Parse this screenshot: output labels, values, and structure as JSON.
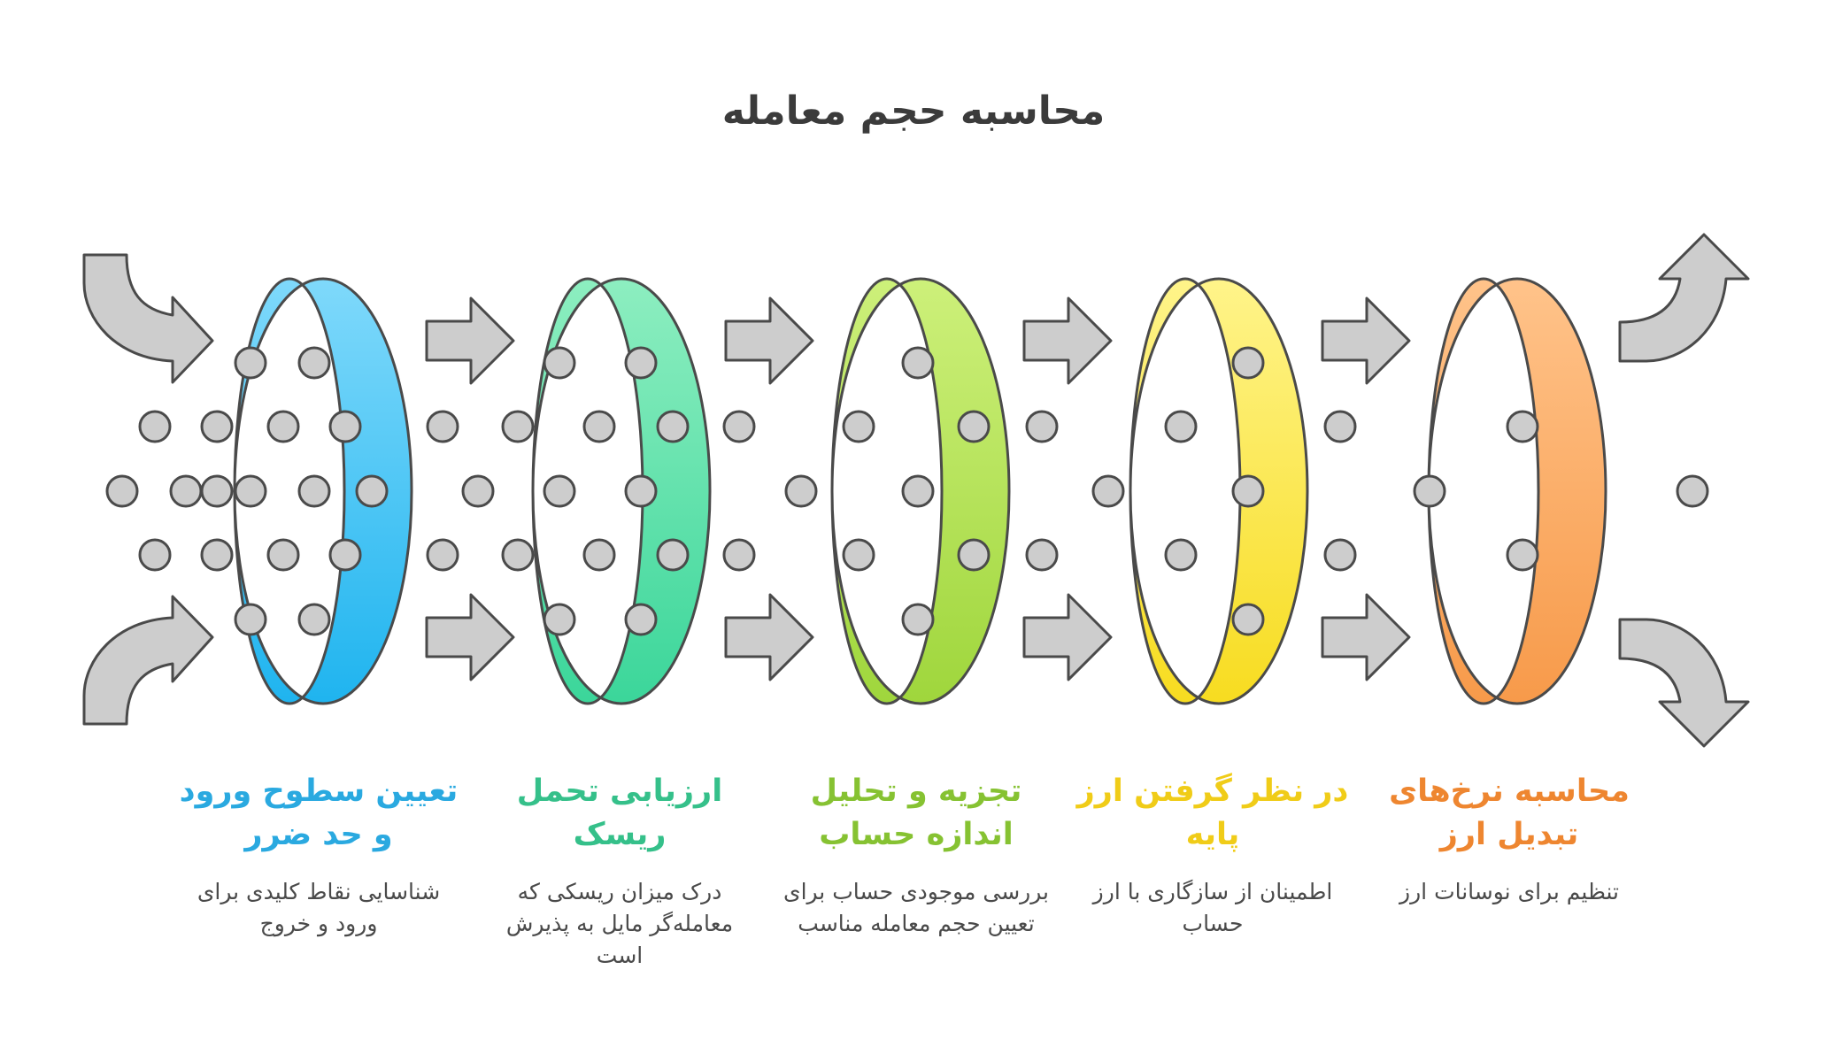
{
  "title": "محاسبه حجم معامله",
  "stages": [
    {
      "title": "تعیین سطوح ورود و حد ضرر",
      "description": "شناسایی نقاط کلیدی برای ورود و خروج",
      "color": "#2aa9e0",
      "ring_light": "#7fd9fb",
      "ring_dark": "#1fb4ef"
    },
    {
      "title": "ارزیابی تحمل ریسک",
      "description": "درک میزان ریسکی که معامله‌گر مایل به پذیرش است",
      "color": "#35c08a",
      "ring_light": "#8deec0",
      "ring_dark": "#3bd69a"
    },
    {
      "title": "تجزیه و تحلیل اندازه حساب",
      "description": "بررسی موجودی حساب برای تعیین حجم معامله مناسب",
      "color": "#86c232",
      "ring_light": "#cdf07a",
      "ring_dark": "#9fd63c"
    },
    {
      "title": "در نظر گرفتن ارز پایه",
      "description": "اطمینان از سازگاری با ارز حساب",
      "color": "#f0cc18",
      "ring_light": "#fff48a",
      "ring_dark": "#f7dc20"
    },
    {
      "title": "محاسبه نرخ‌های تبدیل ارز",
      "description": "تنظیم برای نوسانات ارز",
      "color": "#ee8630",
      "ring_light": "#ffc38a",
      "ring_dark": "#f79a4a"
    }
  ]
}
